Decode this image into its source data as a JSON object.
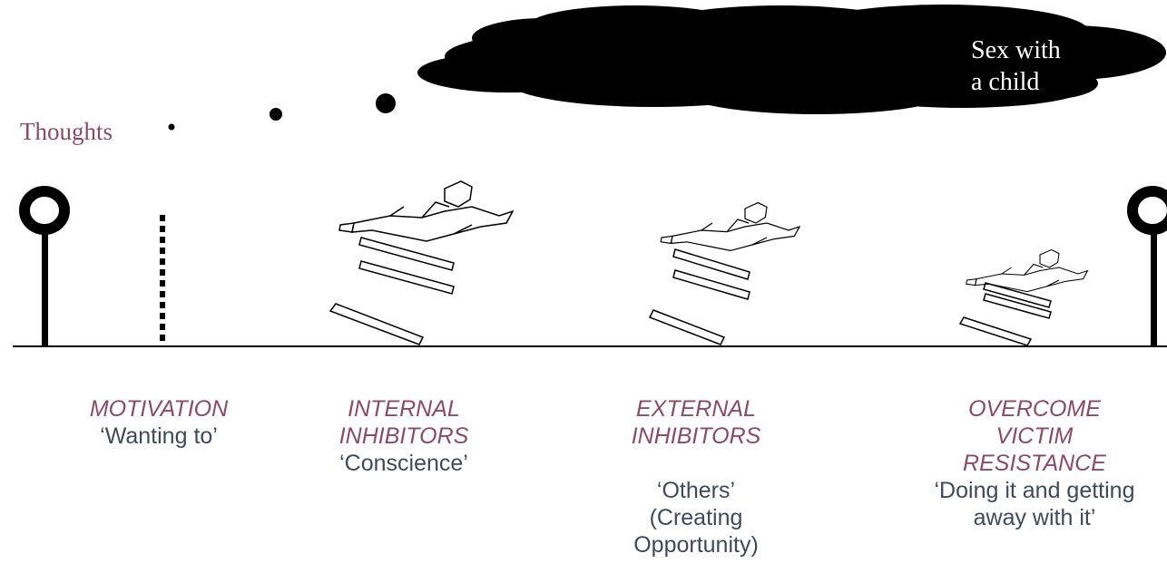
{
  "thoughts_label": "Thoughts",
  "cloud_text": [
    "Sex with",
    "a child"
  ],
  "stages": [
    {
      "title_lines": [
        "MOTIVATION"
      ],
      "desc_lines": [
        "‘Wanting to’"
      ]
    },
    {
      "title_lines": [
        "INTERNAL",
        "INHIBITORS"
      ],
      "desc_lines": [
        "‘Conscience’"
      ]
    },
    {
      "title_lines": [
        "EXTERNAL",
        "INHIBITORS"
      ],
      "desc_lines": [
        "",
        "‘Others’",
        "(Creating",
        "Opportunity)"
      ]
    },
    {
      "title_lines": [
        "OVERCOME",
        "VICTIM",
        "RESISTANCE"
      ],
      "desc_lines": [
        "‘Doing it and getting",
        "away with it’"
      ]
    }
  ],
  "colors": {
    "accent": "#8a4a6a",
    "text": "#3c4b5c",
    "ink": "#000000"
  },
  "icons": [
    "start-post-icon",
    "finish-post-icon",
    "dashed-line-icon",
    "hurdler-icon",
    "hurdle-icon",
    "thought-cloud-icon"
  ]
}
